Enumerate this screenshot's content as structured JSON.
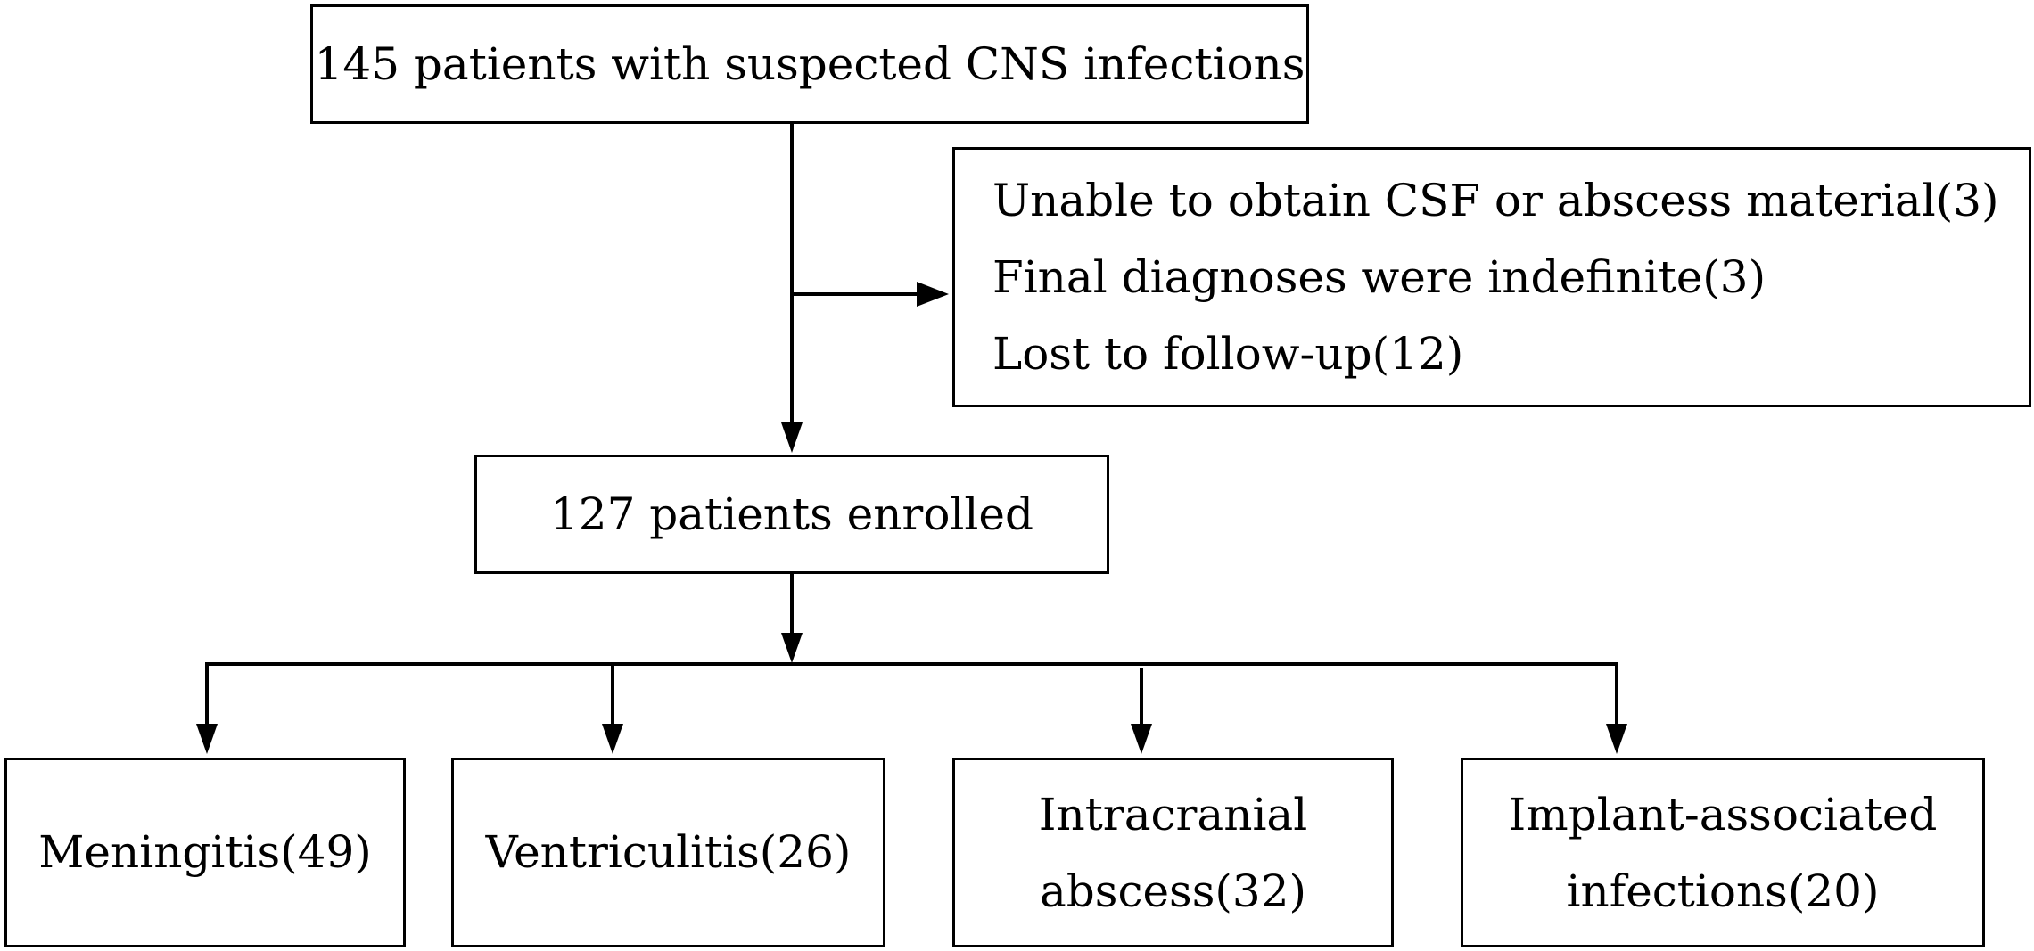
{
  "flowchart": {
    "screening": {
      "label": "145 patients with suspected CNS infections"
    },
    "exclusions": {
      "items": [
        "Unable to obtain CSF or abscess material(3)",
        "Final diagnoses were indefinite(3)",
        "Lost to follow-up(12)"
      ]
    },
    "enrolled": {
      "label": "127 patients enrolled"
    },
    "categories": [
      {
        "lines": [
          "Meningitis(49)"
        ]
      },
      {
        "lines": [
          "Ventriculitis(26)"
        ]
      },
      {
        "lines": [
          "Intracranial",
          "abscess(32)"
        ]
      },
      {
        "lines": [
          "Implant-associated",
          "infections(20)"
        ]
      }
    ]
  },
  "colors": {
    "stroke": "#000000",
    "background": "#ffffff"
  }
}
